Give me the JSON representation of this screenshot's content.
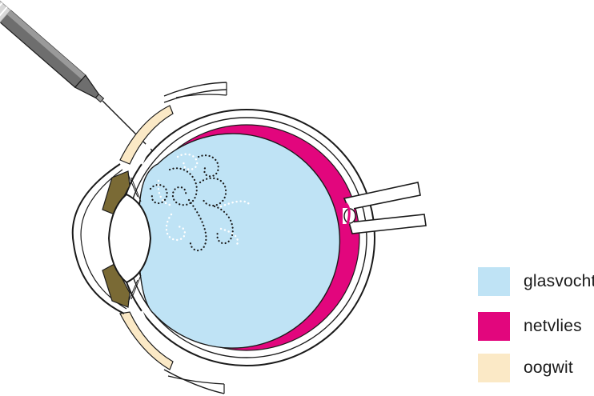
{
  "legend": {
    "items": [
      {
        "key": "glasvocht",
        "label": "glasvocht",
        "color": "#bfe3f5"
      },
      {
        "key": "netvlies",
        "label": "netvlies",
        "color": "#e2067d"
      },
      {
        "key": "oogwit",
        "label": "oogwit",
        "color": "#fbe9c6"
      }
    ]
  },
  "colors": {
    "outline": "#1a1a1a",
    "vitreous": "#bfe3f5",
    "retina": "#e2067d",
    "sclera": "#fbe9c6",
    "iris": "#7a6a35",
    "syringe_dark": "#6e6e6e",
    "syringe_light": "#d8d8d8"
  },
  "icons": [
    "syringe-icon",
    "eye-cross-section"
  ]
}
